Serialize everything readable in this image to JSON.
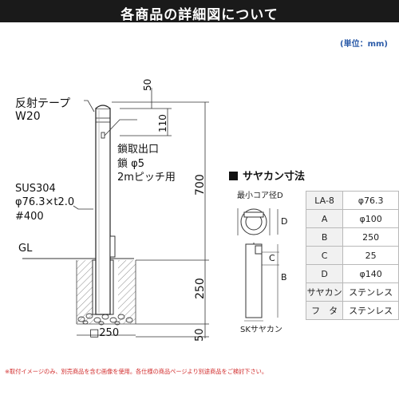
{
  "header": {
    "title": "各商品の詳細図について"
  },
  "unit": "(単位：mm)",
  "labels": {
    "tape": "反射テープ",
    "tape_width": "W20",
    "lock_outlet": "鎖取出口",
    "lock_chain": "鎖 φ5",
    "lock_pitch": "2mピッチ用",
    "material": "SUS304",
    "pipe": "φ76.3×t2.0",
    "grade": "#400",
    "gl": "GL"
  },
  "dimensions": {
    "top_a": "50",
    "top_b": "110",
    "height": "700",
    "embed": "250",
    "base": "50",
    "width": "□250"
  },
  "sayakan": {
    "title": "サヤカン寸法",
    "core_label": "最小コア径D",
    "caption": "SKサヤカン",
    "marks": {
      "d": "D",
      "c": "C",
      "b": "B"
    },
    "rows": [
      {
        "key": "LA-8",
        "value": "φ76.3"
      },
      {
        "key": "A",
        "value": "φ100"
      },
      {
        "key": "B",
        "value": "250"
      },
      {
        "key": "C",
        "value": "25"
      },
      {
        "key": "D",
        "value": "φ140"
      },
      {
        "key": "サヤカン",
        "value": "ステンレス"
      },
      {
        "key": "フ　タ",
        "value": "ステンレス"
      }
    ]
  },
  "footer": {
    "note": "※取付イメージのみ、別売商品を含む画像を使用。各仕様の商品ページより別途商品をご検討下さい。"
  }
}
